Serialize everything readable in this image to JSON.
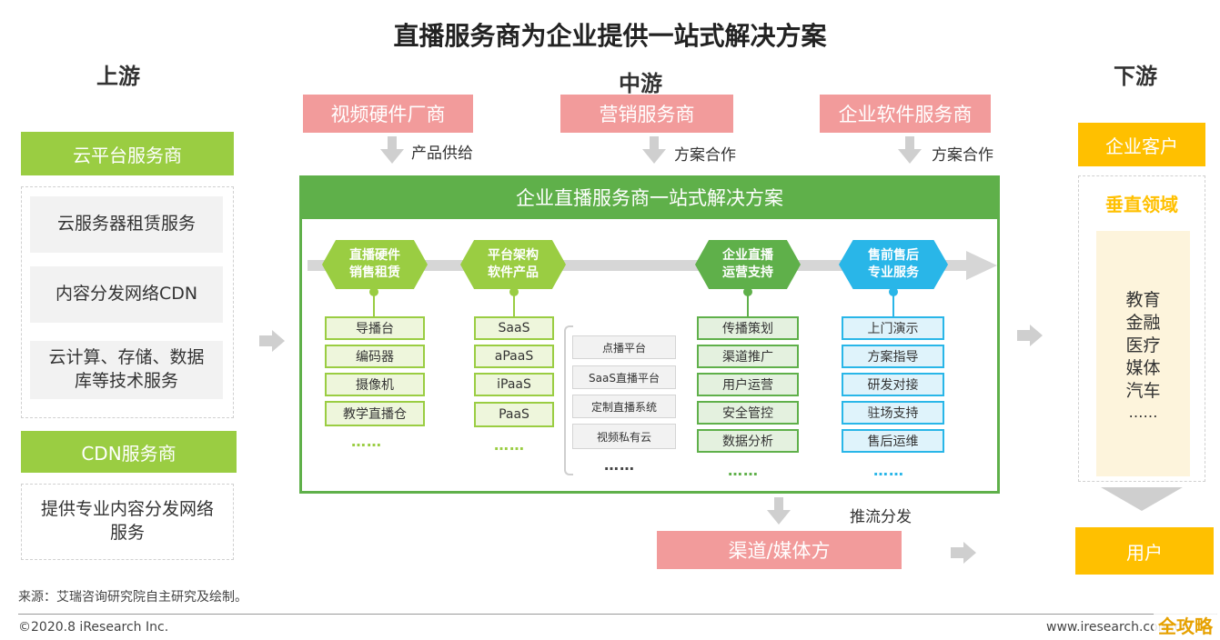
{
  "title": "直播服务商为企业提供一站式解决方案",
  "sections": {
    "upstream": "上游",
    "midstream": "中游",
    "downstream": "下游"
  },
  "upstream": {
    "cloud_provider": "云平台服务商",
    "cloud_items": [
      "云服务器租赁服务",
      "内容分发网络CDN",
      "云计算、存储、数据库等技术服务"
    ],
    "cdn_provider": "CDN服务商",
    "cdn_item": "提供专业内容分发网络服务"
  },
  "midstream": {
    "suppliers": [
      {
        "name": "视频硬件厂商",
        "relation": "产品供给"
      },
      {
        "name": "营销服务商",
        "relation": "方案合作"
      },
      {
        "name": "企业软件服务商",
        "relation": "方案合作"
      }
    ],
    "main_title": "企业直播服务商一站式解决方案",
    "columns": [
      {
        "head": "直播硬件\n销售租赁",
        "items": [
          "导播台",
          "编码器",
          "摄像机",
          "教学直播仓"
        ],
        "more": "……"
      },
      {
        "head": "平台架构\n软件产品",
        "items": [
          "SaaS",
          "aPaaS",
          "iPaaS",
          "PaaS"
        ],
        "more": "……"
      },
      {
        "head": "企业直播\n运营支持",
        "items": [
          "传播策划",
          "渠道推广",
          "用户运营",
          "安全管控",
          "数据分析"
        ],
        "more": "……"
      },
      {
        "head": "售前售后\n专业服务",
        "items": [
          "上门演示",
          "方案指导",
          "研发对接",
          "驻场支持",
          "售后运维"
        ],
        "more": "……"
      }
    ],
    "saas_sub_items": [
      "点播平台",
      "SaaS直播平台",
      "定制直播系统",
      "视频私有云"
    ],
    "saas_sub_more": "……",
    "push_label": "推流分发",
    "channel": "渠道/媒体方"
  },
  "downstream": {
    "enterprise": "企业客户",
    "vertical": "垂直领域",
    "industries": [
      "教育",
      "金融",
      "医疗",
      "媒体",
      "汽车",
      "……"
    ],
    "user": "用户"
  },
  "footer": {
    "source": "来源：艾瑞咨询研究院自主研究及绘制。",
    "copyright": "©2020.8 iResearch Inc.",
    "website": "www.iresearch.com.cn",
    "watermark": "全攻略"
  },
  "colors": {
    "green_light": "#9acd42",
    "green_dark": "#5fb04a",
    "pink": "#f29b9b",
    "yellow": "#ffc000",
    "blue": "#29b6e8"
  }
}
